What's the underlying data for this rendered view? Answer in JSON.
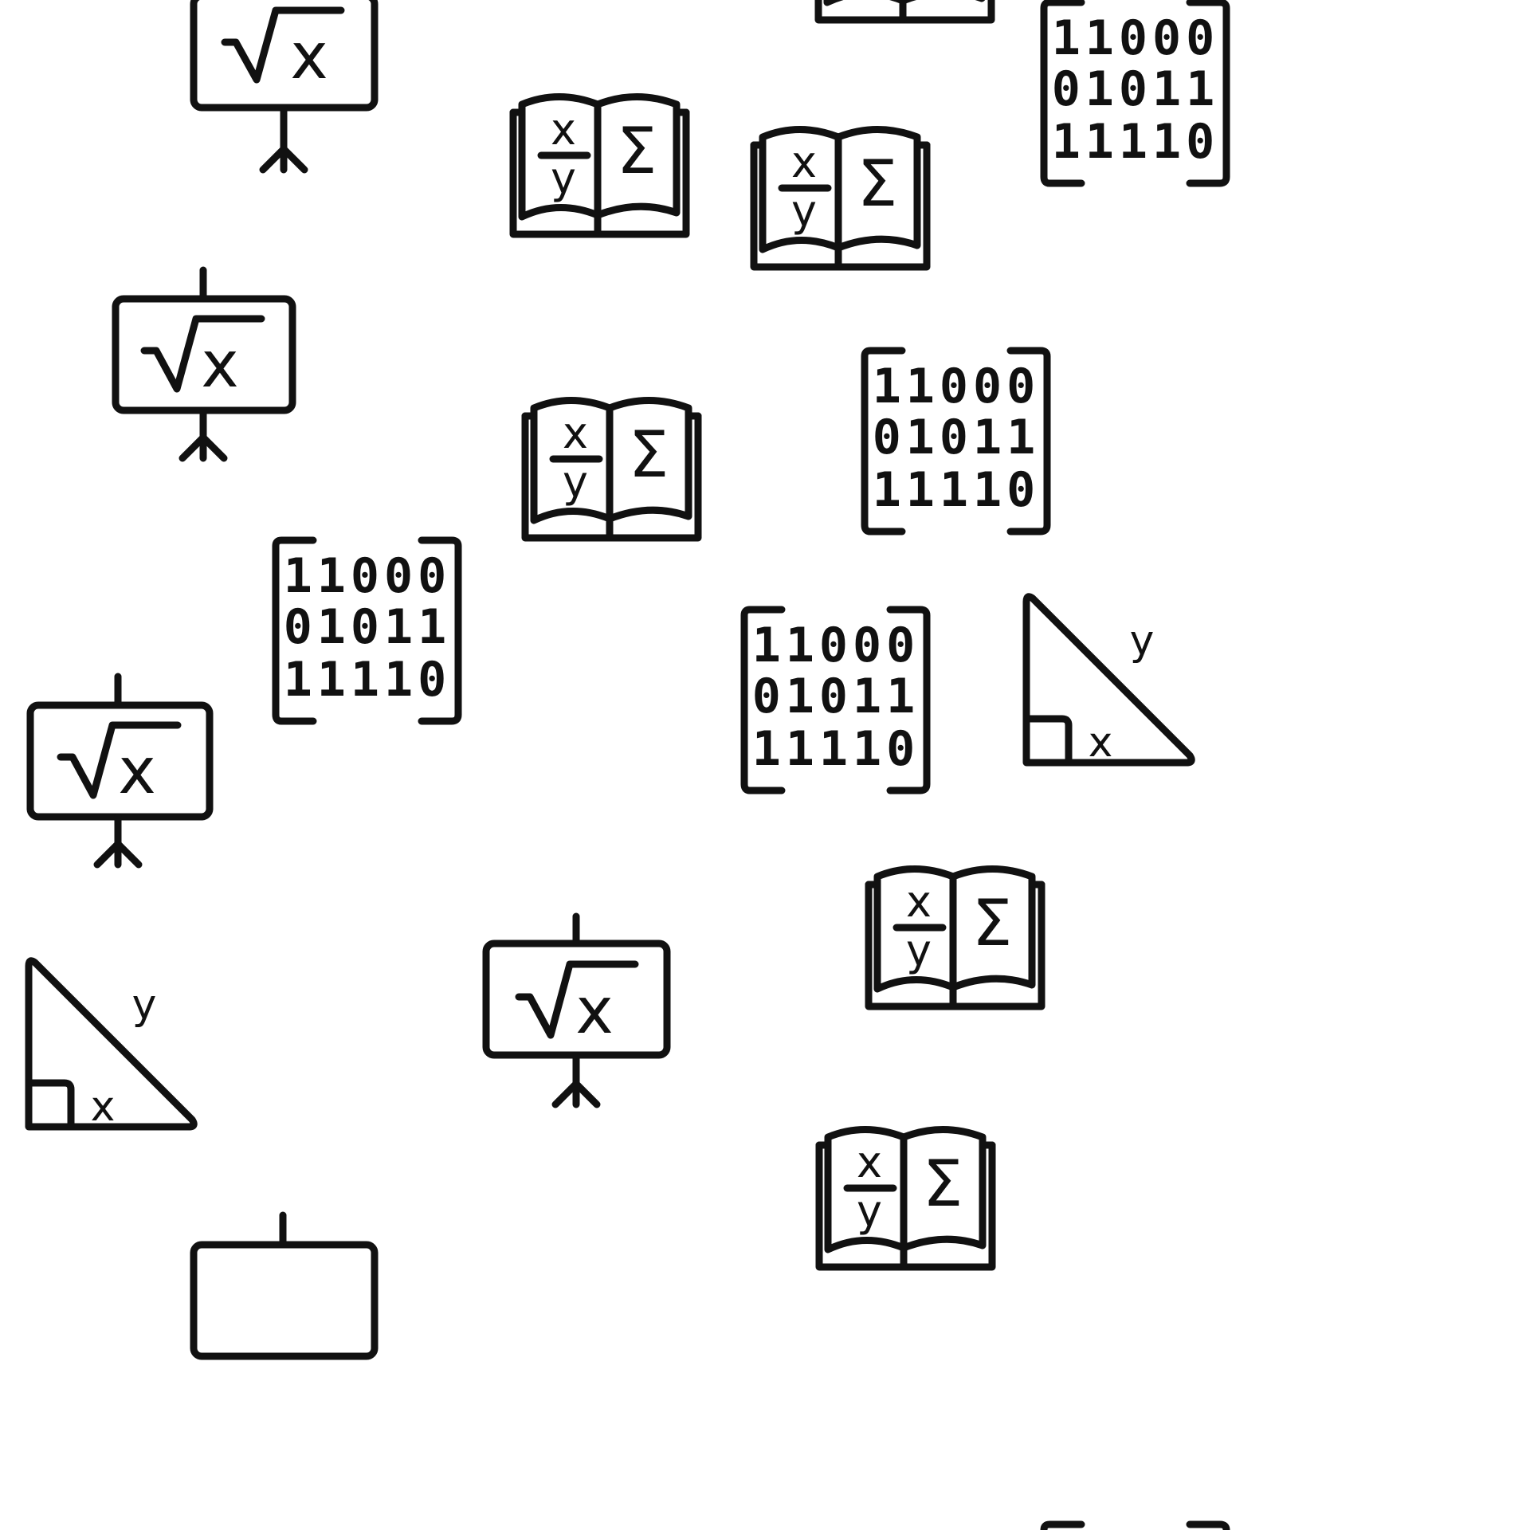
{
  "pattern": {
    "name": "math-icons-seamless-pattern",
    "background_color": "#ffffff",
    "stroke_color": "#111111",
    "icon_names": [
      "easel-sqrt-icon",
      "book-formula-icon",
      "binary-matrix-icon",
      "right-triangle-icon"
    ]
  },
  "labels": {
    "sqrt_var": "x",
    "frac_num": "x",
    "frac_den": "y",
    "sigma": "Σ",
    "tri_side_x": "x",
    "tri_side_y": "y"
  },
  "matrix": {
    "rows": [
      "11000",
      "01011",
      "11110"
    ]
  }
}
